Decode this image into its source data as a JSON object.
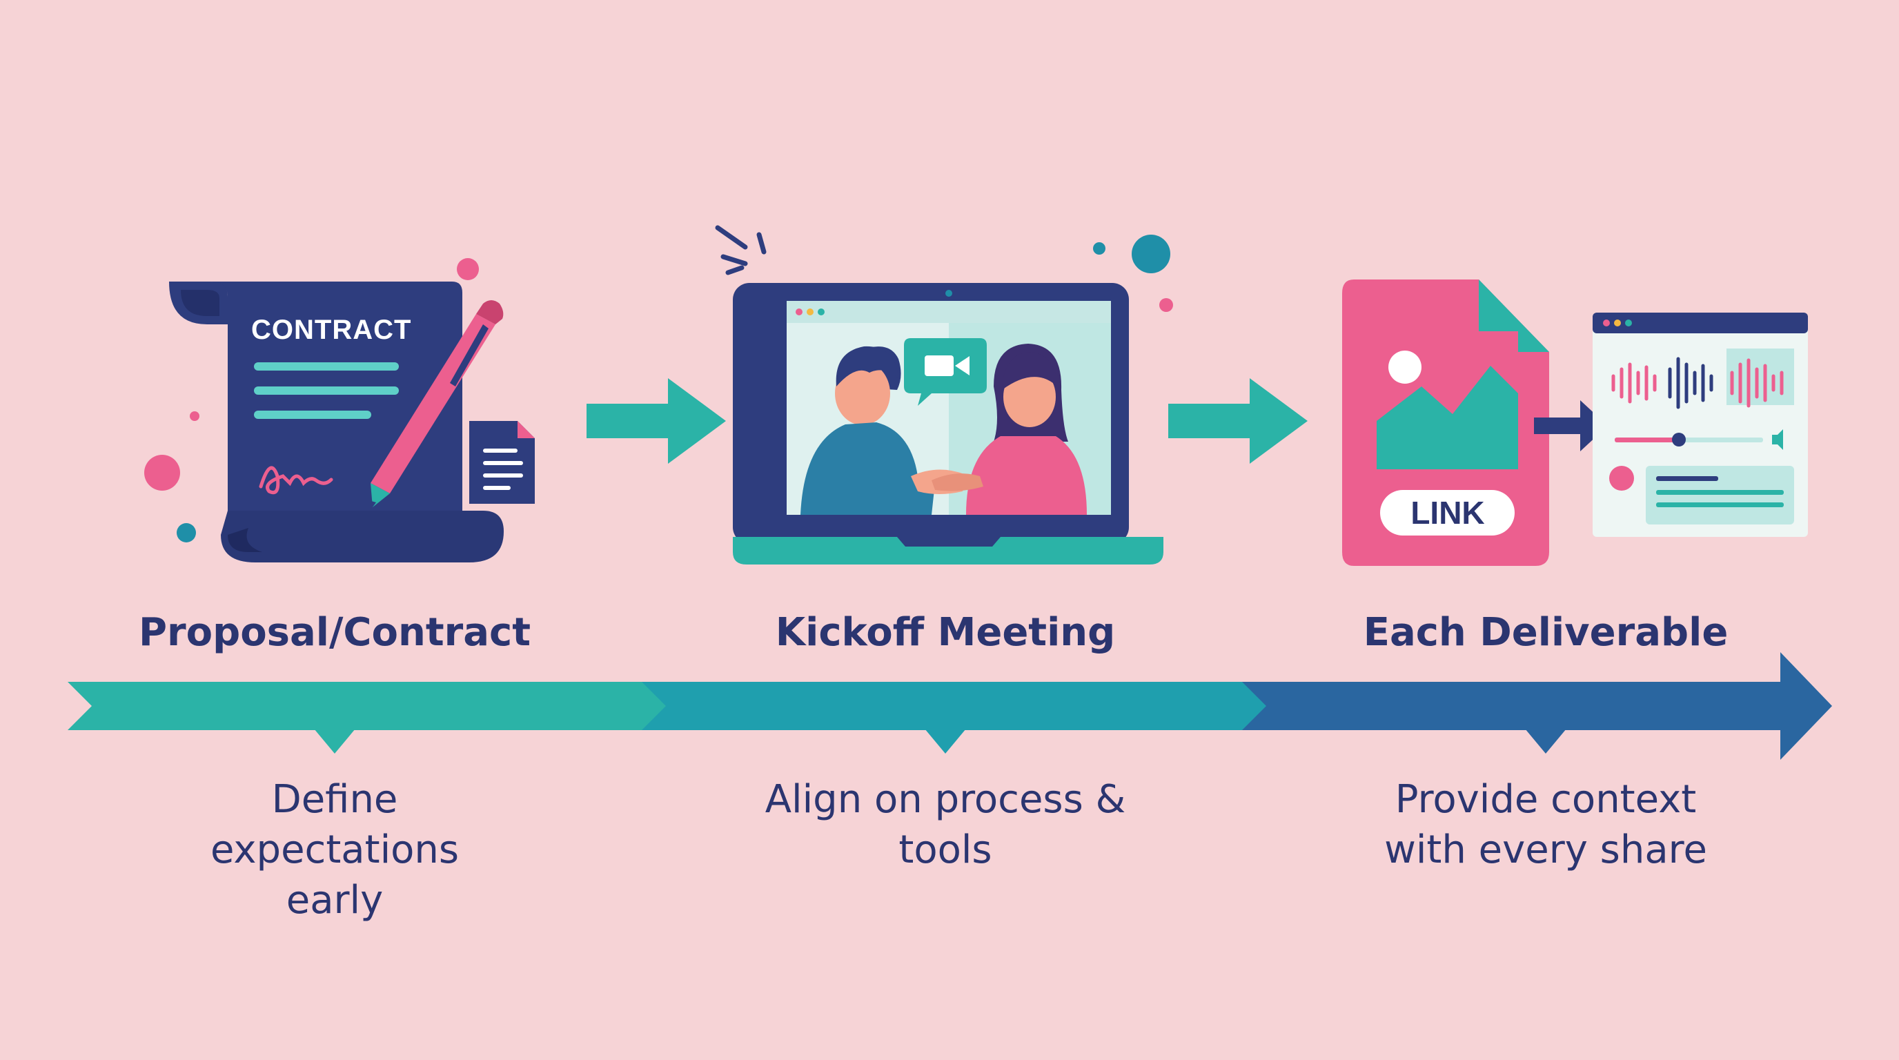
{
  "steps": [
    {
      "title": "Proposal/Contract",
      "description": "Define expectations early",
      "icon": "contract-document-icon",
      "document_label": "CONTRACT"
    },
    {
      "title": "Kickoff Meeting",
      "description": "Align on process & tools",
      "icon": "video-call-handshake-icon"
    },
    {
      "title": "Each Deliverable",
      "description": "Provide context with every share",
      "icon": "deliverable-file-share-icon",
      "file_badge": "LINK"
    }
  ],
  "colors": {
    "background": "#f6d3d6",
    "navy": "#2b3570",
    "teal": "#2bb3a7",
    "teal_dark": "#1f8fa8",
    "pink": "#ec5f8f"
  }
}
